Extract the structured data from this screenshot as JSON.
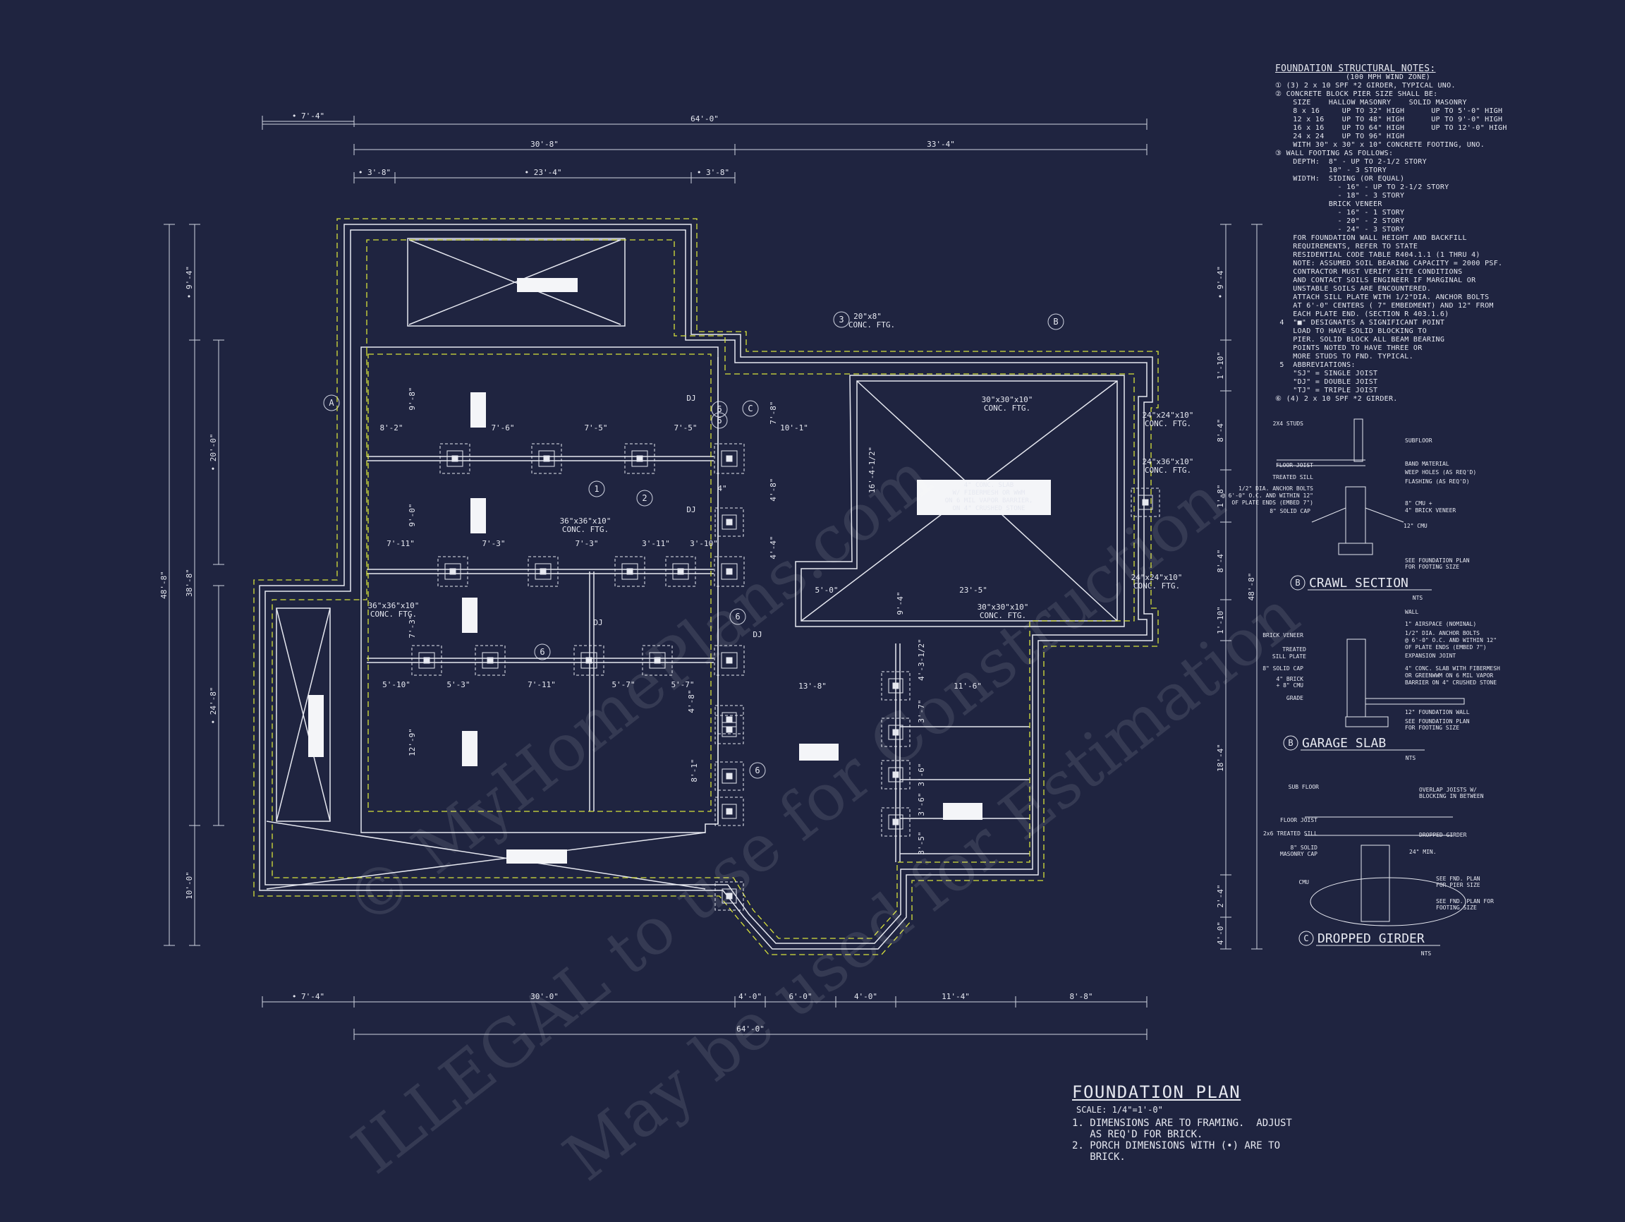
{
  "colors": {
    "background": "#1f2440",
    "lines": "#e6e8f0",
    "footing": "#d8e23a"
  },
  "plan": {
    "overall_top": "64'-0\"",
    "overall_bottom": "64'-0\"",
    "top_dims": [
      "• 7'-4\"",
      "30'-8\"",
      "33'-4\""
    ],
    "top_dims_2": [
      "• 3'-8\"",
      "• 23'-4\"",
      "• 3'-8\""
    ],
    "bottom_dims": [
      "• 7'-4\"",
      "30'-0\"",
      "4'-0\"",
      "6'-0\"",
      "4'-0\"",
      "11'-4\"",
      "8'-8\""
    ],
    "left_dims": [
      "• 9'-4\"",
      "• 20'-0\"",
      "38'-8\"",
      "• 24'-8\"",
      "10'-0\"",
      "48'-8\""
    ],
    "right_dims": [
      "• 9'-4\"",
      "1'-10\"",
      "8'-4\"",
      "1'-8\"",
      "8'-4\"",
      "1'-10\"",
      "18'-4\"",
      "2'-4\"",
      "4'-0\"",
      "48'-8\""
    ],
    "inner_dims": [
      "8'-2\"",
      "7'-6\"",
      "7'-5\"",
      "7'-5\"",
      "10'-1\"",
      "7'-11\"",
      "7'-3\"",
      "7'-3\"",
      "3'-11\"",
      "3'-10\"",
      "5'-10\"",
      "5'-3\"",
      "7'-11\"",
      "5'-7\"",
      "5'-7\"",
      "13'-8\"",
      "11'-6\"",
      "23'-5\"",
      "5'-0\"",
      "9'-8\"",
      "9'-0\"",
      "7'-3\"",
      "12'-9\"",
      "7'-8\"",
      "4'-8\"",
      "4'-4\"",
      "16'-4-1/2\"",
      "9'-4\"",
      "4'-8\"",
      "8'-1\"",
      "4'-3-1/2\"",
      "3'-7\"",
      "3'-6\"",
      "3'-6\"",
      "3'-5\""
    ],
    "callouts": [
      "A",
      "B",
      "C",
      "1",
      "2",
      "3",
      "6",
      "6",
      "6",
      "6",
      "6"
    ],
    "labels": [
      "20\"x8\"",
      "CONC. FTG.",
      "30\"x30\"x10\"",
      "CONC. FTG.",
      "24\"x24\"x10\"",
      "CONC. FTG.",
      "24\"x36\"x10\"",
      "CONC. FTG.",
      "24\"x24\"x10\"",
      "CONC. FTG.",
      "30\"x30\"x10\"",
      "CONC. FTG.",
      "36\"x36\"x10\"",
      "CONC. FTG.",
      "36\"x36\"x10\"",
      "CONC. FTG.",
      "DJ",
      "DJ",
      "DJ",
      "DJ",
      "4\""
    ],
    "slab_note": [
      "4\" CONC. SLAB",
      "W/ FIBERMESH OR WWM",
      "ON 6 MIL VAPOR BARRIER,",
      "ON 4\" CRUSHED STONE"
    ]
  },
  "notes": {
    "title": "FOUNDATION STRUCTURAL NOTES:",
    "subtitle": "(100 MPH WIND ZONE)",
    "lines": [
      "① (3) 2 x 10 SPF *2 GIRDER, TYPICAL UNO.",
      "② CONCRETE BLOCK PIER SIZE SHALL BE:",
      "    SIZE    HALLOW MASONRY    SOLID MASONRY",
      "    8 x 16     UP TO 32\" HIGH      UP TO 5'-0\" HIGH",
      "    12 x 16    UP TO 48\" HIGH      UP TO 9'-0\" HIGH",
      "    16 x 16    UP TO 64\" HIGH      UP TO 12'-0\" HIGH",
      "    24 x 24    UP TO 96\" HIGH",
      "    WITH 30\" x 30\" x 10\" CONCRETE FOOTING, UNO.",
      "③ WALL FOOTING AS FOLLOWS:",
      "    DEPTH:  8\" - UP TO 2-1/2 STORY",
      "            10\" - 3 STORY",
      "    WIDTH:  SIDING (OR EQUAL)",
      "              - 16\" - UP TO 2-1/2 STORY",
      "              - 18\" - 3 STORY",
      "            BRICK VENEER",
      "              - 16\" - 1 STORY",
      "              - 20\" - 2 STORY",
      "              - 24\" - 3 STORY",
      "    FOR FOUNDATION WALL HEIGHT AND BACKFILL",
      "    REQUIREMENTS, REFER TO STATE",
      "    RESIDENTIAL CODE TABLE R404.1.1 (1 THRU 4)",
      "    NOTE: ASSUMED SOIL BEARING CAPACITY = 2000 PSF.",
      "    CONTRACTOR MUST VERIFY SITE CONDITIONS",
      "    AND CONTACT SOILS ENGINEER IF MARGINAL OR",
      "    UNSTABLE SOILS ARE ENCOUNTERED.",
      "    ATTACH SILL PLATE WITH 1/2\"DIA. ANCHOR BOLTS",
      "    AT 6'-0\" CENTERS ( 7\" EMBEDMENT) AND 12\" FROM",
      "    EACH PLATE END. (SECTION R 403.1.6)",
      " 4  \"■\" DESIGNATES A SIGNIFICANT POINT",
      "    LOAD TO HAVE SOLID BLOCKING TO",
      "    PIER. SOLID BLOCK ALL BEAM BEARING",
      "    POINTS NOTED TO HAVE THREE OR",
      "    MORE STUDS TO FND. TYPICAL.",
      " 5  ABBREVIATIONS:",
      "    \"SJ\" = SINGLE JOIST",
      "    \"DJ\" = DOUBLE JOIST",
      "    \"TJ\" = TRIPLE JOIST",
      "⑥ (4) 2 x 10 SPF *2 GIRDER."
    ]
  },
  "details": {
    "crawl": {
      "title": "CRAWL SECTION",
      "mark": "B",
      "nts": "NTS",
      "labels": [
        "2X4 STUDS",
        "SUBFLOOR",
        "FLOOR JOIST",
        "TREATED SILL",
        "BAND MATERIAL",
        "WEEP HOLES (AS REQ'D)",
        "FLASHING (AS REQ'D)",
        "1/2\" DIA. ANCHOR BOLTS",
        "@ 6'-0\" O.C. AND WITHIN 12\"",
        "OF PLATE ENDS (EMBED 7\")",
        "8\" SOLID CAP",
        "8\" CMU +",
        "4\" BRICK VENEER",
        "12\" CMU",
        "SEE FOUNDATION PLAN",
        "FOR FOOTING SIZE"
      ]
    },
    "garage": {
      "title": "GARAGE SLAB",
      "mark": "B",
      "nts": "NTS",
      "labels": [
        "WALL",
        "1\" AIRSPACE (NOMINAL)",
        "BRICK VENEER",
        "1/2\" DIA. ANCHOR BOLTS",
        "@ 6'-0\" O.C. AND WITHIN 12\"",
        "OF PLATE ENDS (EMBED 7\")",
        "TREATED",
        "SILL PLATE",
        "EXPANSION JOINT",
        "8\" SOLID CAP",
        "4\" CONC. SLAB WITH FIBERMESH",
        "OR GREENWWM ON 6 MIL VAPOR",
        "BARRIER ON 4\" CRUSHED STONE",
        "4\" BRICK",
        "+ 8\" CMU",
        "GRADE",
        "12\" FOUNDATION WALL",
        "SEE FOUNDATION PLAN",
        "FOR FOOTING SIZE"
      ]
    },
    "girder": {
      "title": "DROPPED GIRDER",
      "mark": "C",
      "nts": "NTS",
      "labels": [
        "SUB FLOOR",
        "OVERLAP JOISTS W/",
        "BLOCKING IN BETWEEN",
        "FLOOR JOIST",
        "DROPPED GIRDER",
        "2x6 TREATED SILL",
        "8\" SOLID",
        "MASONRY CAP",
        "CMU",
        "SEE FND. PLAN",
        "FOR PIER SIZE",
        "SEE FND. PLAN FOR",
        "FOOTING SIZE",
        "24\" MIN."
      ]
    }
  },
  "title_block": {
    "title": "FOUNDATION PLAN",
    "scale": "SCALE: 1/4\"=1'-0\"",
    "note1": "1. DIMENSIONS ARE TO FRAMING.  ADJUST\n   AS REQ'D FOR BRICK.",
    "note2": "2. PORCH DIMENSIONS WITH (•) ARE TO\n   BRICK."
  },
  "watermarks": [
    "© MyHomePlans.com",
    "ILLEGAL to use for Construction",
    "May be used for Estimation"
  ]
}
